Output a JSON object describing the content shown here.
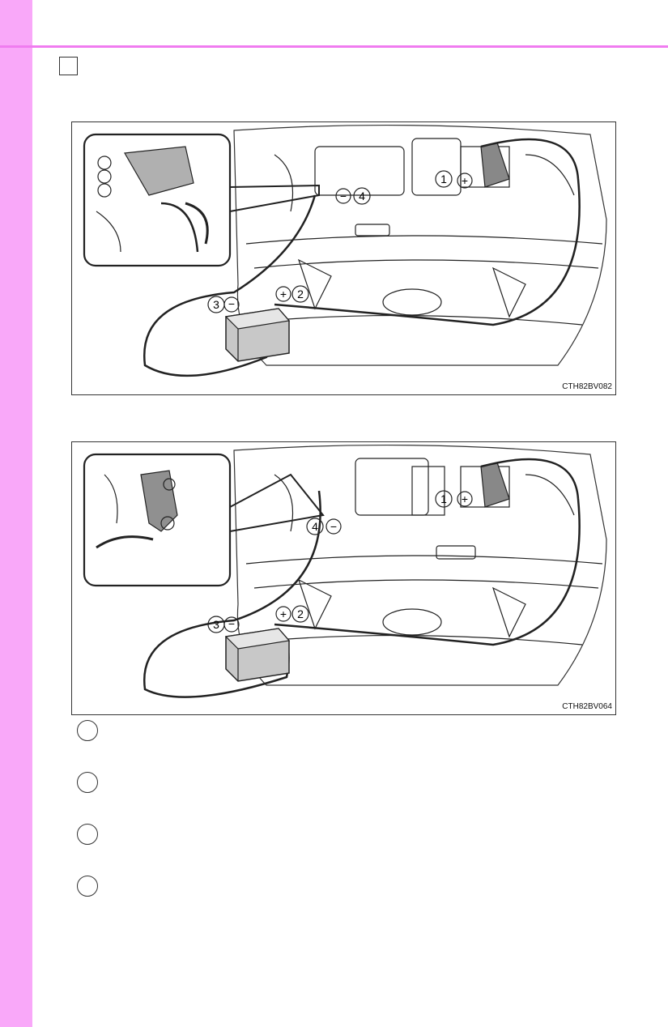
{
  "figures": [
    {
      "code": "CTH82BV082",
      "labels": {
        "n1": "1",
        "n2": "2",
        "n3": "3",
        "n4": "4",
        "plus": "+",
        "minus": "−"
      }
    },
    {
      "code": "CTH82BV064",
      "labels": {
        "n1": "1",
        "n2": "2",
        "n3": "3",
        "n4": "4",
        "plus": "+",
        "minus": "−"
      }
    }
  ],
  "colors": {
    "left_band": "#f9a8f9",
    "top_rule": "#f07cf0",
    "battery_fill": "#c8c8c8",
    "cover_fill": "#b0b0b0"
  },
  "icons": {
    "checkbox": "empty-square-checkbox",
    "step_markers": "empty-circle-step-markers"
  }
}
